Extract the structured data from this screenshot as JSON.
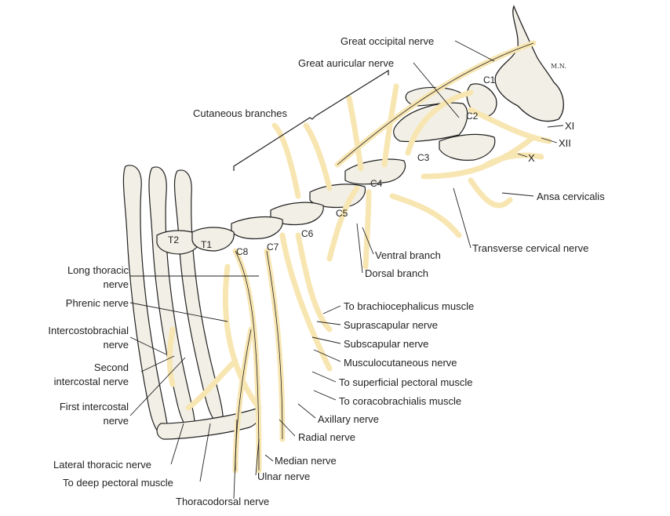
{
  "labels": {
    "great_occipital": "Great occipital nerve",
    "great_auricular": "Great auricular nerve",
    "cutaneous": "Cutaneous branches",
    "c1": "C1",
    "c2": "C2",
    "c3": "C3",
    "c4": "C4",
    "c5": "C5",
    "c6": "C6",
    "c7": "C7",
    "c8": "C8",
    "t1": "T1",
    "t2": "T2",
    "xi": "XI",
    "xii": "XII",
    "x": "X",
    "ansa": "Ansa cervicalis",
    "transverse_cervical": "Transverse cervical nerve",
    "ventral_branch": "Ventral branch",
    "dorsal_branch": "Dorsal branch",
    "long_thoracic_1": "Long thoracic",
    "long_thoracic_2": "nerve",
    "phrenic": "Phrenic nerve",
    "intercostobrachial_1": "Intercostobrachial",
    "intercostobrachial_2": "nerve",
    "second_intercostal_1": "Second",
    "second_intercostal_2": "intercostal nerve",
    "first_intercostal_1": "First intercostal",
    "first_intercostal_2": "nerve",
    "lateral_thoracic": "Lateral thoracic nerve",
    "deep_pectoral": "To deep pectoral muscle",
    "thoracodorsal": "Thoracodorsal nerve",
    "ulnar": "Ulnar nerve",
    "median": "Median nerve",
    "radial": "Radial nerve",
    "axillary": "Axillary nerve",
    "coracobrachialis": "To coracobrachialis muscle",
    "superficial_pectoral": "To superficial pectoral muscle",
    "musculocutaneous": "Musculocutaneous nerve",
    "subscapular": "Subscapular nerve",
    "suprascapular": "Suprascapular nerve",
    "brachiocephalicus": "To brachiocephalicus muscle"
  },
  "signature": "M.N.",
  "colors": {
    "nerve": "#f8e6b2",
    "bone": "#f2efe6",
    "outline": "#222222"
  }
}
